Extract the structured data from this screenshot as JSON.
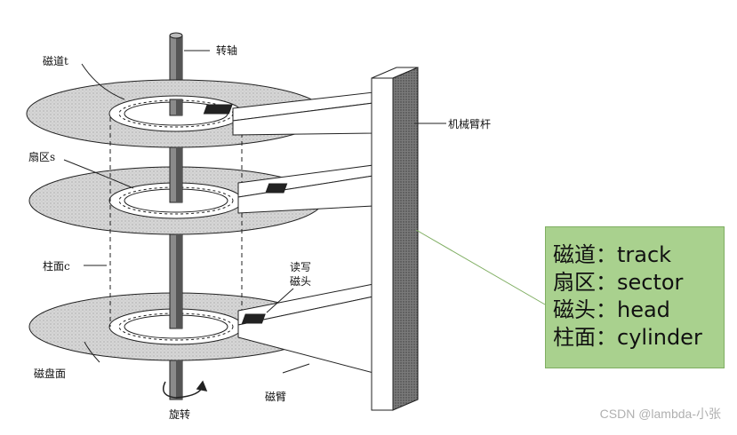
{
  "labels": {
    "spindle": "转轴",
    "track": "磁道t",
    "sector": "扇区s",
    "cylinder": "柱面c",
    "rw_head": [
      "读写",
      "磁头"
    ],
    "arm_rod": "机械臂杆",
    "platter_surface": "磁盘面",
    "arm": "磁臂",
    "rotation": "旋转"
  },
  "legend": [
    "磁道：track",
    "扇区：sector",
    "磁头：head",
    "柱面：cylinder"
  ],
  "watermark": "CSDN @lambda-小张",
  "colors": {
    "legend_bg": "#a9d18e",
    "legend_border": "#7fae62",
    "connector_line": "#7fae62",
    "platter": "#cfcfcf"
  }
}
